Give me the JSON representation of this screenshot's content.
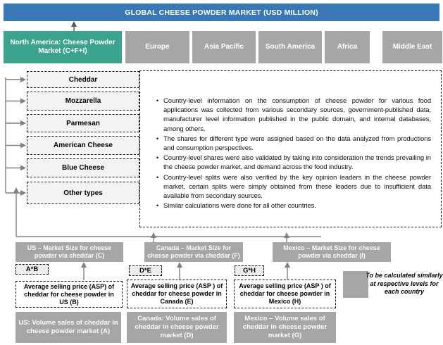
{
  "header": {
    "title": "GLOBAL CHEESE POWDER MARKET (USD MILLION)"
  },
  "regions": {
    "north_america": "North America: Cheese Powder Market (C+F+I)",
    "europe": "Europe",
    "asia_pacific": "Asia Pacific",
    "south_america": "South America",
    "africa": "Africa",
    "middle_east": "Middle East"
  },
  "cheese_types": {
    "cheddar": "Cheddar",
    "mozzarella": "Mozzarella",
    "parmesan": "Parmesan",
    "american": "American Cheese",
    "blue": "Blue Cheese",
    "other": "Other types"
  },
  "notes": {
    "bullets": [
      "Country-level information on the consumption of cheese powder for various food applications was collected from various secondary sources, government-published data, manufacturer level information published in the public domain, and internal databases, among others.",
      "The shares for different type were assigned based on the data analyzed from productions and consumption perspectives.",
      "Country-level shares were also validated by taking into consideration the trends prevailing in the cheese powder market, and demand across the food industry.",
      "Country-level splits were also verified by the key opinion leaders in the cheese powder market, certain splits were simply obtained from these leaders due to insufficient data available from secondary sources.",
      "Similar calculations were done for all other countries."
    ]
  },
  "market_size": {
    "us": "US – Market Size for cheese powder via cheddar (C)",
    "canada": "Canada – Market Size for cheese powder via cheddar (F)",
    "mexico": "Mexico – Market Size for cheese powder via cheddar (I)"
  },
  "formulas": {
    "us": "A*B",
    "canada": "D*E",
    "mexico": "G*H"
  },
  "asp": {
    "us": "Average selling price (ASP) of cheddar for cheese powder in US (B)",
    "canada": "Average selling price (ASP ) of cheddar for cheese powder in Canada (E)",
    "mexico": "Average selling price (ASP ) of cheddar for cheese powder in Mexico (H)"
  },
  "volume": {
    "us": "US: Volume sales of cheddar in cheese powder market (A)",
    "canada": "Canada: Volume sales of cheddar in cheese powder market (D)",
    "mexico": "Mexico – Volume sales of cheddar in cheese powder market (G)"
  },
  "legend": {
    "note": "To be calculated similarly at respective levels for each country"
  },
  "colors": {
    "header_blue": "#3878B6",
    "accent_teal": "#3BA38D",
    "box_gray": "#A6A6A6",
    "light_fill": "#F3F3F3",
    "connector_gray": "#7F7F7F"
  }
}
